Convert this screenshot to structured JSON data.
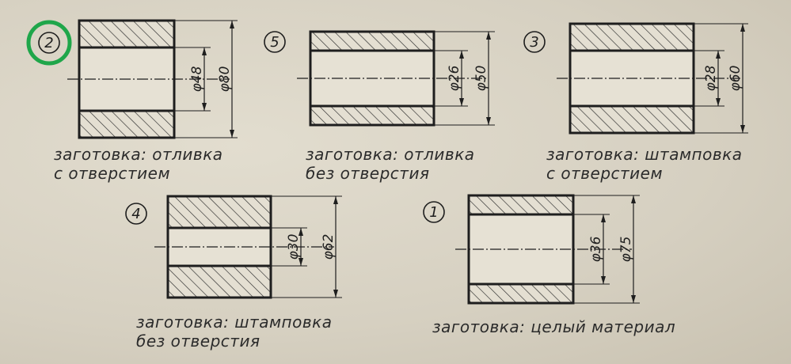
{
  "parts": [
    {
      "id": "part-2",
      "number": "2",
      "inner_dim": "φ48",
      "outer_dim": "φ80",
      "caption_line1": "заготовка: отливка",
      "caption_line2": "с отверстием",
      "highlighted": true
    },
    {
      "id": "part-5",
      "number": "5",
      "inner_dim": "φ26",
      "outer_dim": "φ50",
      "caption_line1": "заготовка: отливка",
      "caption_line2": "без отверстия",
      "highlighted": false
    },
    {
      "id": "part-3",
      "number": "3",
      "inner_dim": "φ28",
      "outer_dim": "φ60",
      "caption_line1": "заготовка: штамповка",
      "caption_line2": "с отверстием",
      "highlighted": false
    },
    {
      "id": "part-4",
      "number": "4",
      "inner_dim": "φ30",
      "outer_dim": "φ62",
      "caption_line1": "заготовка: штамповка",
      "caption_line2": "без отверстия",
      "highlighted": false
    },
    {
      "id": "part-1",
      "number": "1",
      "inner_dim": "φ36",
      "outer_dim": "φ75",
      "caption_line1": "заготовка: целый материал",
      "caption_line2": "",
      "highlighted": false
    }
  ],
  "colors": {
    "ink": "#1e1e1e",
    "highlight_ring": "#1fa64a",
    "paper": "#d9d4c6"
  }
}
